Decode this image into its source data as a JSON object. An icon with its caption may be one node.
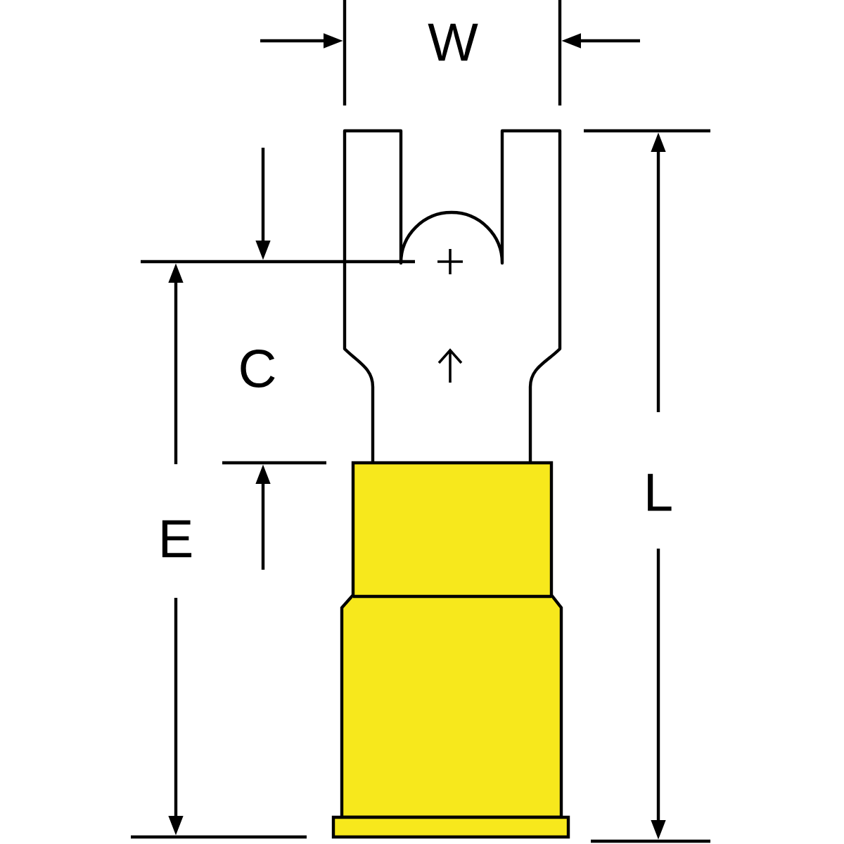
{
  "diagram": {
    "labels": [
      "W",
      "C",
      "E",
      "L"
    ]
  }
}
